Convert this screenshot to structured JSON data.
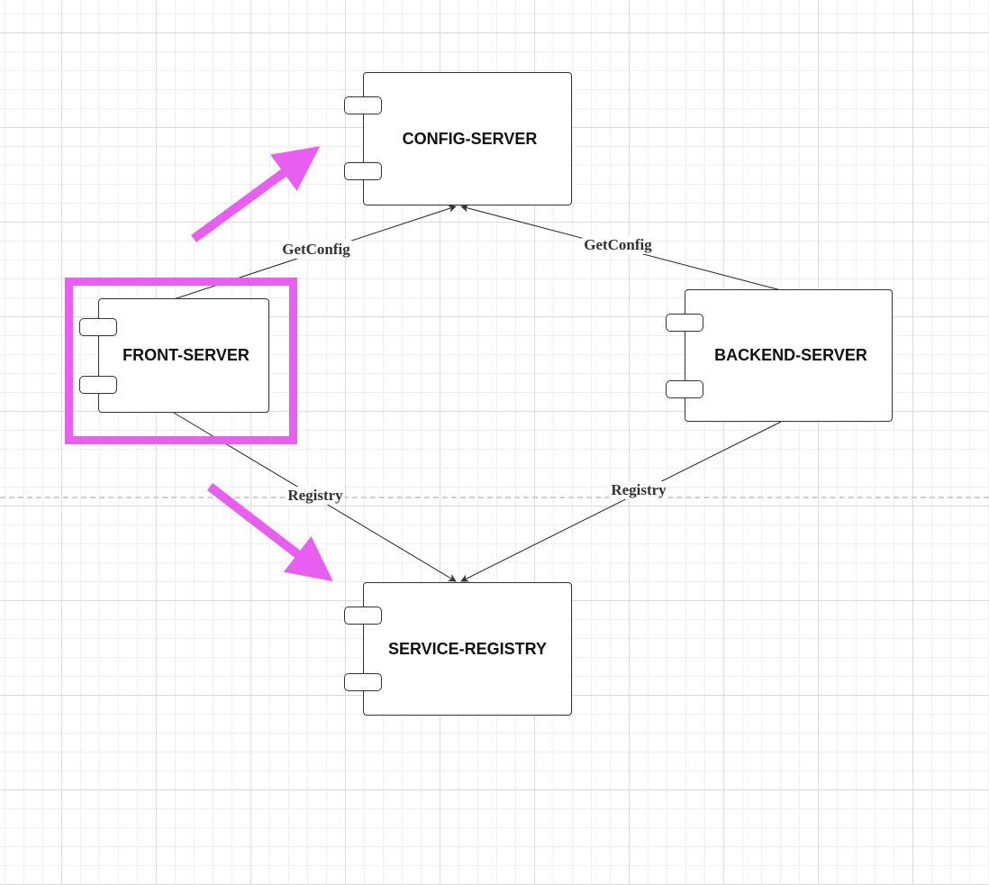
{
  "components": {
    "config_server": {
      "label": "CONFIG-SERVER"
    },
    "front_server": {
      "label": "FRONT-SERVER"
    },
    "backend_server": {
      "label": "BACKEND-SERVER"
    },
    "service_registry": {
      "label": "SERVICE-REGISTRY"
    }
  },
  "connectors": {
    "front_to_config": {
      "label": "GetConfig"
    },
    "backend_to_config": {
      "label": "GetConfig"
    },
    "front_to_registry": {
      "label": "Registry"
    },
    "backend_to_registry": {
      "label": "Registry"
    }
  },
  "annotations": {
    "color": "#e85ef0",
    "items": [
      "highlight-box",
      "arrow-up-right",
      "arrow-down-right"
    ]
  }
}
